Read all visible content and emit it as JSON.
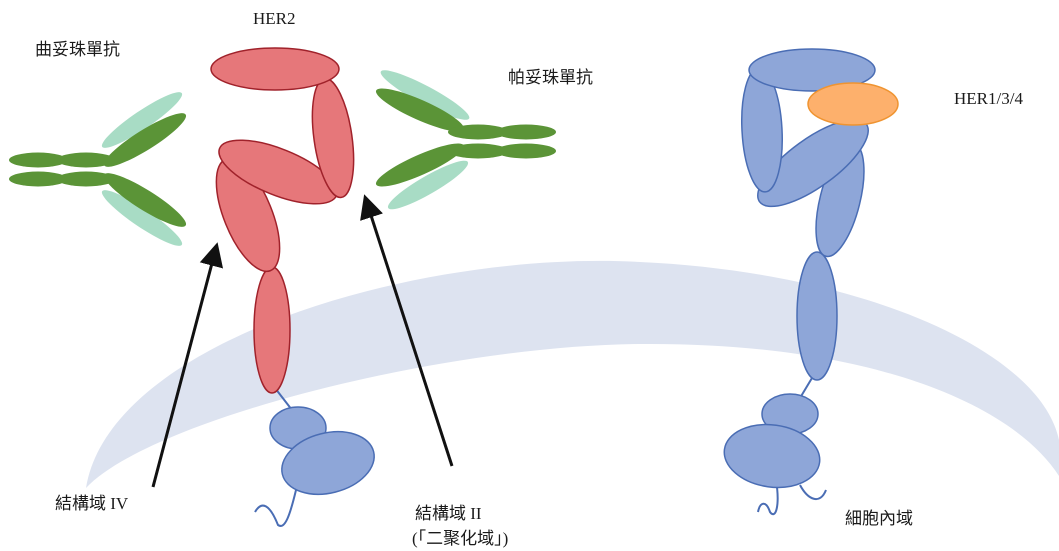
{
  "labels": {
    "trastuzumab": "曲妥珠單抗",
    "her2": "HER2",
    "pertuzumab": "帕妥珠單抗",
    "her134": "HER1/3/4",
    "domain_iv": "結構域 IV",
    "domain_ii": "結構域 II",
    "domain_ii_note": "(「二聚化域」)",
    "intracellular": "細胞內域"
  },
  "colors": {
    "her2_fill": "#e6777a",
    "her2_stroke": "#a0222b",
    "her_other_fill": "#8ea6d8",
    "her_other_stroke": "#4a6db4",
    "ligand_fill": "#fdb06c",
    "ligand_stroke": "#ef9431",
    "antibody_dark": "#5b9437",
    "antibody_light": "#a8dcc5",
    "membrane": "#dde3f0",
    "arrow": "#111111"
  }
}
